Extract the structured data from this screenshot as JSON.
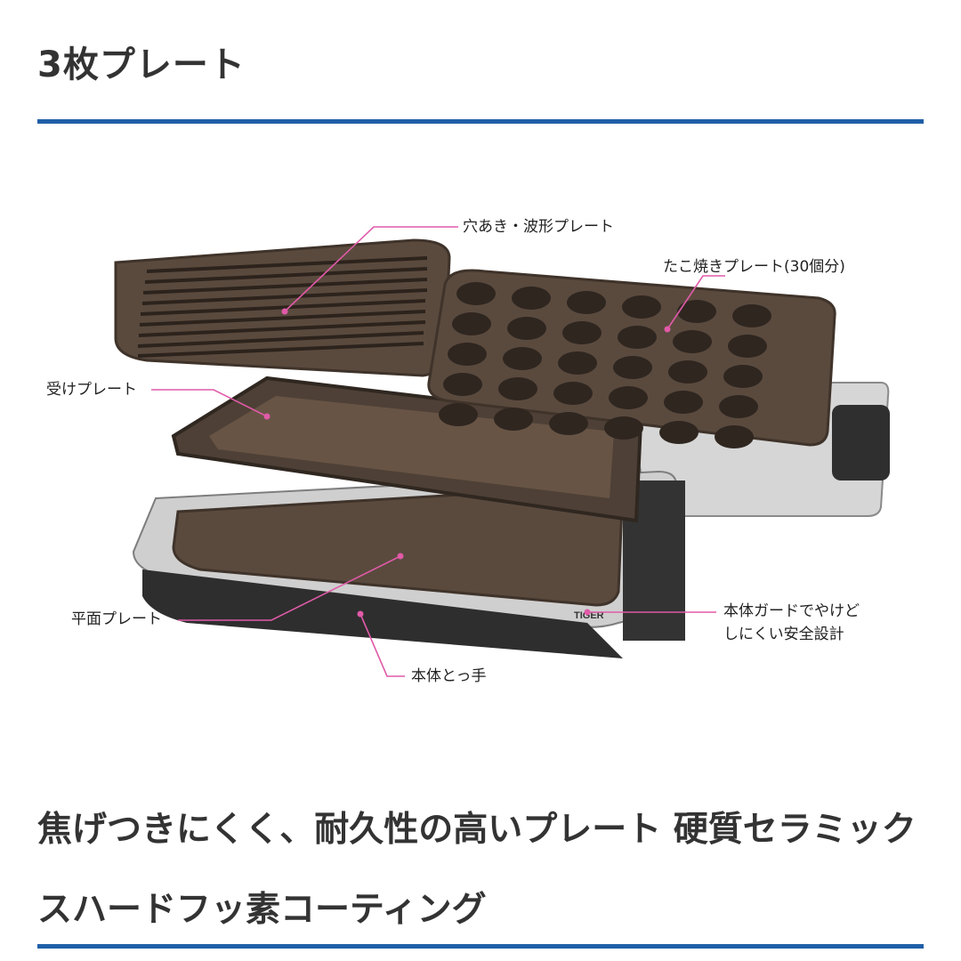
{
  "heading": "3枚プレート",
  "figure": {
    "callouts": {
      "perforated_plate": "穴あき・波形プレート",
      "takoyaki_plate": "たこ焼きプレート(30個分)",
      "drip_plate": "受けプレート",
      "flat_plate": "平面プレート",
      "body_guard_line1": "本体ガードでやけど",
      "body_guard_line2": "しにくい安全設計",
      "body_handle": "本体とっ手"
    },
    "brand_mark": "TIGER",
    "colors": {
      "callout_line": "#e05aa8",
      "plate_brown": "#5a4a3e",
      "body_silver": "#c9c9c9",
      "accent_rule": "#1f5fa8"
    }
  },
  "subheading": "焦げつきにくく、耐久性の高いプレート 硬質セラミックスハードフッ素コーティング"
}
